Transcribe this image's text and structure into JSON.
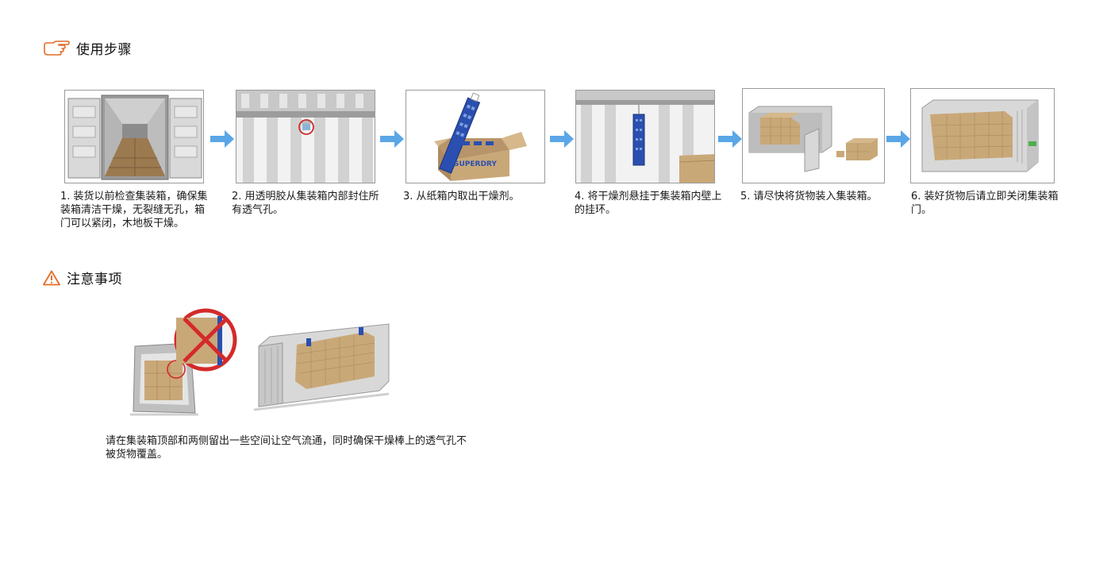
{
  "sections": {
    "steps_title": "使用步骤",
    "notes_title": "注意事项",
    "steps_icon": "pointing-hand-icon",
    "notes_icon": "warning-triangle-icon",
    "accent_color": "#e46c26"
  },
  "steps": [
    {
      "text": "1. 装货以前检查集装箱，确保集装箱清洁干燥，无裂缝无孔，箱门可以紧闭，木地板干燥。"
    },
    {
      "text": "2. 用透明胶从集装箱内部封住所有透气孔。"
    },
    {
      "text": "3. 从纸箱内取出干燥剂。",
      "box_label": "SUPERDRY"
    },
    {
      "text": "4. 将干燥剂悬挂于集装箱内壁上的挂环。"
    },
    {
      "text": "5. 请尽快将货物装入集装箱。"
    },
    {
      "text": "6. 装好货物后请立即关闭集装箱门。"
    }
  ],
  "notes": {
    "text": "请在集装箱顶部和两侧留出一些空间让空气流通，同时确保干燥棒上的透气孔不被货物覆盖。"
  },
  "colors": {
    "arrow": "#5aa6e6",
    "desiccant": "#2a4fb0",
    "cardboard": "#c9a878",
    "prohibit": "#d42a2a"
  }
}
